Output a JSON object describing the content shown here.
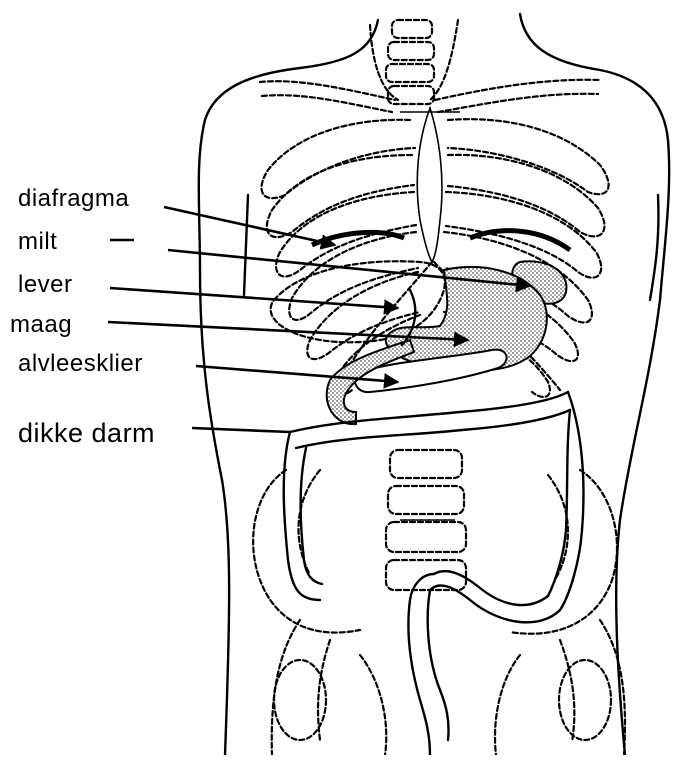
{
  "labels": {
    "diafragma": "diafragma",
    "milt": "milt",
    "lever": "lever",
    "maag": "maag",
    "alvleesklier": "alvleesklier",
    "dikke_darm": "dikke darm"
  },
  "colors": {
    "line": "#000000",
    "organ_fill": "#d6d6d6",
    "background": "#ffffff"
  }
}
